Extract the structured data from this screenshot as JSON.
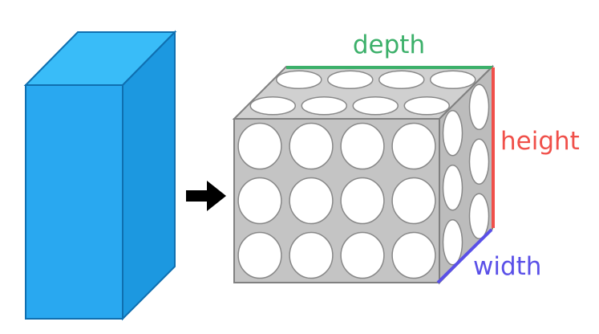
{
  "labels": {
    "depth": "depth",
    "height": "height",
    "width": "width"
  },
  "colors": {
    "block_front": "#29a8f0",
    "block_top": "#39bcf8",
    "block_side": "#1c98e0",
    "block_edge": "#0f6fb0",
    "cube_face": "#c4c4c4",
    "cube_top": "#d0d0d0",
    "cube_side": "#bcbcbc",
    "cube_edge": "#808080",
    "depth": "#3cb06a",
    "height": "#f0504a",
    "width": "#5a50e8",
    "arrow": "#000000"
  },
  "icons": {
    "arrow": "right-arrow-icon"
  },
  "grid": {
    "front_rows": 3,
    "front_cols": 4,
    "top_rows": 2,
    "top_cols": 4,
    "side_rows": 3,
    "side_cols": 2
  }
}
